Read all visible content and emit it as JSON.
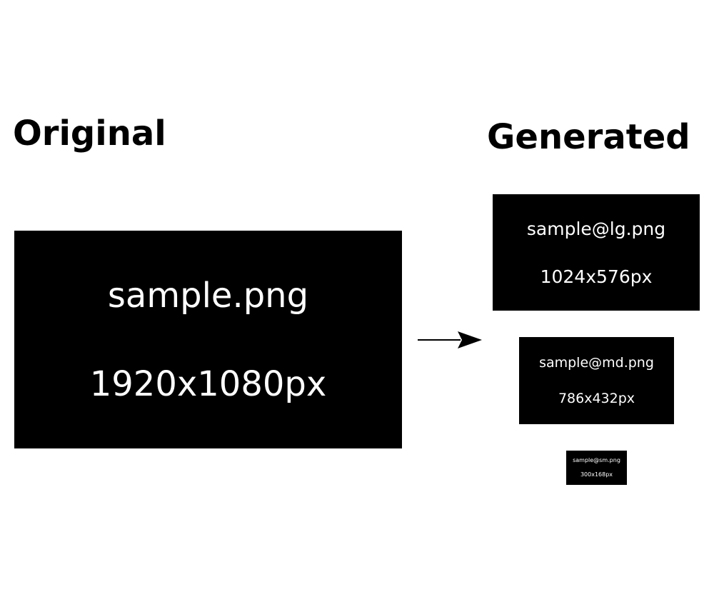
{
  "original": {
    "heading": "Original",
    "file_name": "sample.png",
    "dimensions": "1920x1080px"
  },
  "generated": {
    "heading": "Generated",
    "files": [
      {
        "file_name": "sample@lg.png",
        "dimensions": "1024x576px"
      },
      {
        "file_name": "sample@md.png",
        "dimensions": "786x432px"
      },
      {
        "file_name": "sample@sm.png",
        "dimensions": "300x168px"
      }
    ]
  },
  "arrow_icon": "right-arrow-icon",
  "colors": {
    "background": "#ffffff",
    "box_fill": "#000000",
    "box_text": "#ffffff",
    "heading_text": "#000000"
  }
}
